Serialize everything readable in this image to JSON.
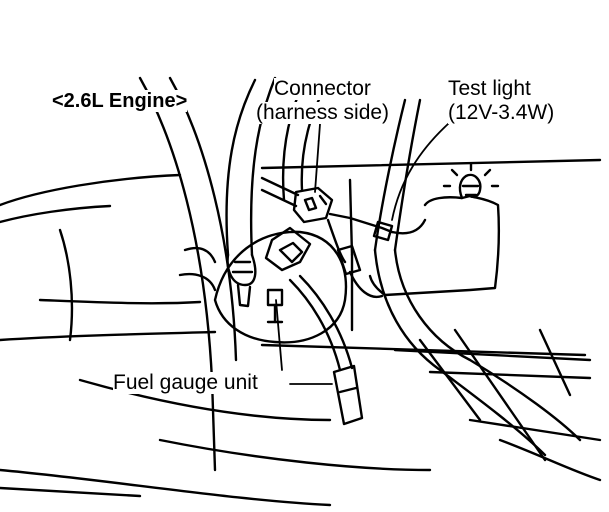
{
  "labels": {
    "engine": "<2.6L Engine>",
    "connector_line1": "Connector",
    "connector_line2": "(harness side)",
    "test_light_line1": "Test light",
    "test_light_line2": "(12V-3.4W)",
    "fuel_gauge": "Fuel gauge unit"
  },
  "colors": {
    "ink": "#000000",
    "paper": "#ffffff"
  }
}
